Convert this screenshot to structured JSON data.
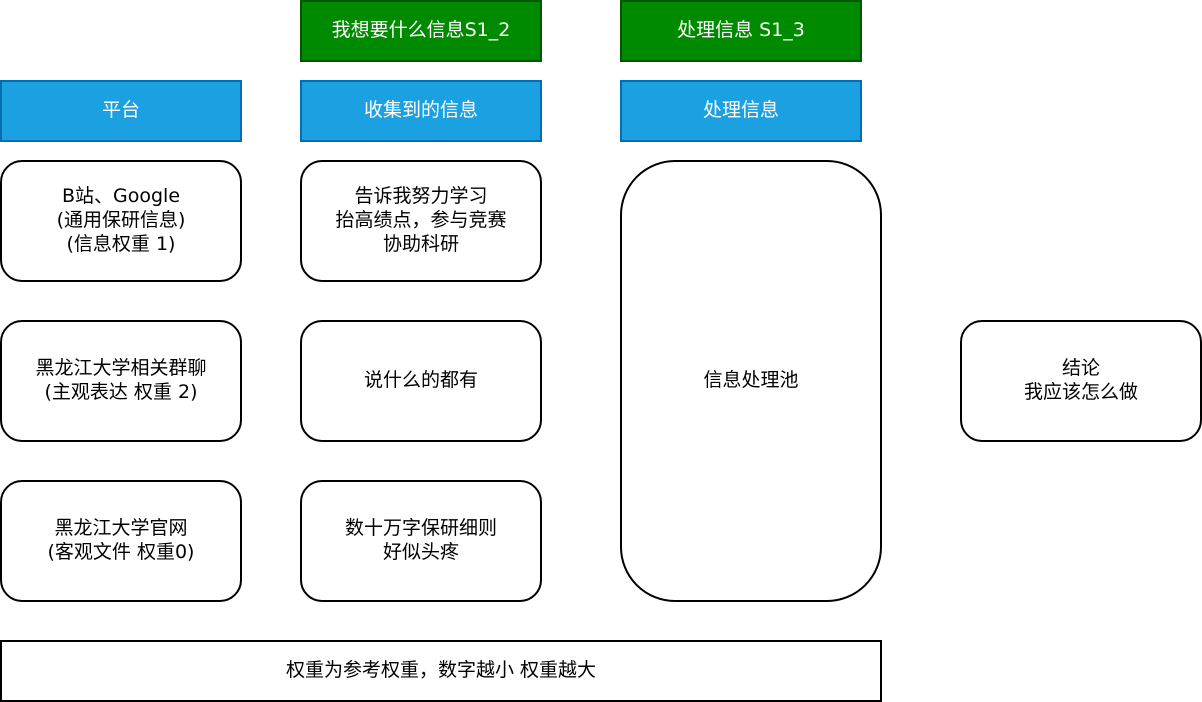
{
  "stage_labels": {
    "s1_2": "我想要什么信息S1_2",
    "s1_3": "处理信息 S1_3"
  },
  "column_headers": {
    "platform": "平台",
    "collected": "收集到的信息",
    "processing": "处理信息"
  },
  "platforms": [
    {
      "text": "B站、Google\n(通用保研信息)\n(信息权重 1)"
    },
    {
      "text": "黑龙江大学相关群聊\n(主观表达 权重 2)"
    },
    {
      "text": "黑龙江大学官网\n(客观文件 权重0)"
    }
  ],
  "collected_info": [
    {
      "text": "告诉我努力学习\n抬高绩点，参与竞赛\n协助科研"
    },
    {
      "text": "说什么的都有"
    },
    {
      "text": "数十万字保研细则\n好似头疼"
    }
  ],
  "processing_pool": {
    "text": "信息处理池"
  },
  "conclusion": {
    "text": "结论\n我应该怎么做"
  },
  "footnote": {
    "text": "权重为参考权重，数字越小 权重越大"
  },
  "colors": {
    "green_fill": "#008a00",
    "green_stroke": "#005700",
    "blue_fill": "#1ba1e2",
    "blue_stroke": "#006eaf"
  }
}
